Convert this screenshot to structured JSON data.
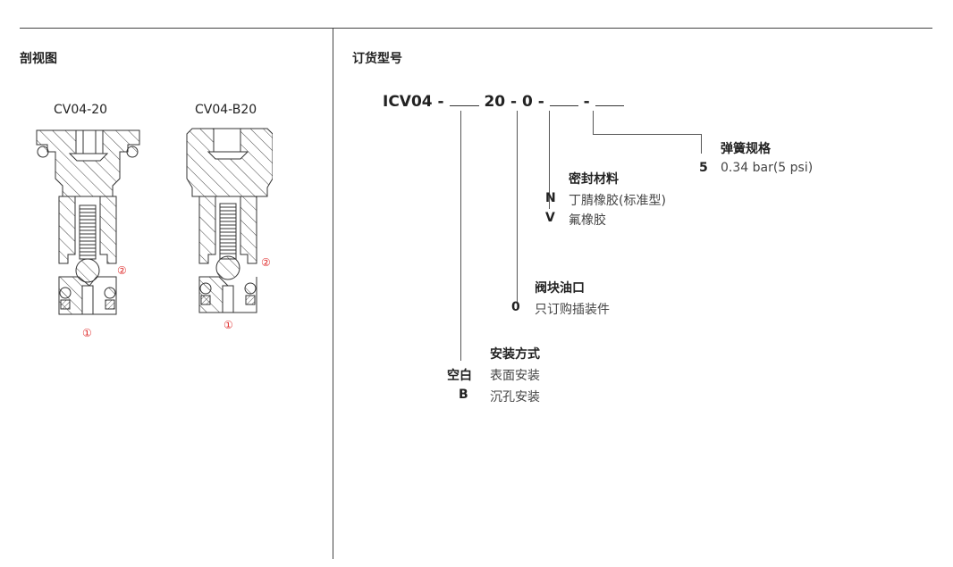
{
  "left_panel": {
    "title": "剖视图",
    "models": [
      {
        "label": "CV04-20",
        "port_top": "②",
        "port_bottom": "①"
      },
      {
        "label": "CV04-B20",
        "port_top": "②",
        "port_bottom": "①"
      }
    ]
  },
  "right_panel": {
    "title": "订货型号",
    "code": {
      "prefix": "ICV04 -",
      "mid": "20 - 0 -",
      "sep": "-"
    },
    "options": {
      "spring": {
        "title": "弹簧规格",
        "items": [
          {
            "key": "5",
            "value": "0.34 bar(5 psi)"
          }
        ]
      },
      "seal": {
        "title": "密封材料",
        "items": [
          {
            "key": "N",
            "value": "丁腈橡胶(标准型)"
          },
          {
            "key": "V",
            "value": "氟橡胶"
          }
        ]
      },
      "port": {
        "title": "阀块油口",
        "items": [
          {
            "key": "0",
            "value": "只订购插装件"
          }
        ]
      },
      "mounting": {
        "title": "安装方式",
        "items": [
          {
            "key": "空白",
            "value": "表面安装"
          },
          {
            "key": "B",
            "value": "沉孔安装"
          }
        ]
      }
    }
  }
}
